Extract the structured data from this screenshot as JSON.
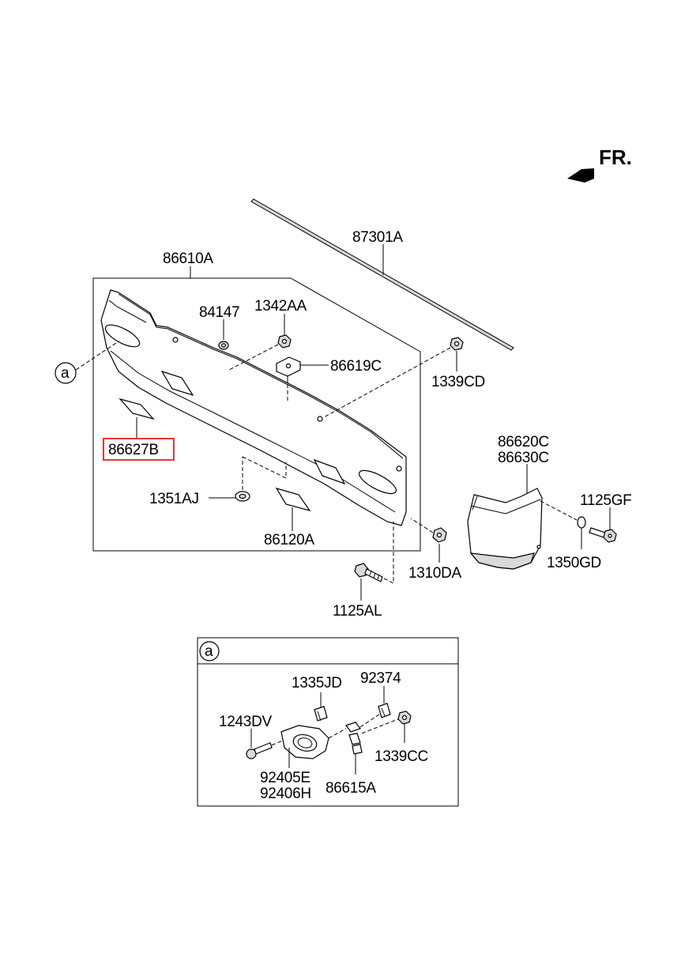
{
  "direction": {
    "label": "FR."
  },
  "callout_marker": "a",
  "highlight_color": "#e53935",
  "parts": {
    "p87301A": "87301A",
    "p86610A": "86610A",
    "p84147": "84147",
    "p1342AA": "1342AA",
    "p86619C": "86619C",
    "p1339CD": "1339CD",
    "p86627B": "86627B",
    "p1351AJ": "1351AJ",
    "p86120A": "86120A",
    "p1310DA": "1310DA",
    "p1125AL": "1125AL",
    "p86620C": "86620C",
    "p86630C": "86630C",
    "p1125GF": "1125GF",
    "p1350GD": "1350GD"
  },
  "detail_a": {
    "p1335JD": "1335JD",
    "p92374": "92374",
    "p1243DV": "1243DV",
    "p1339CC": "1339CC",
    "p92405E": "92405E",
    "p92406H": "92406H",
    "p86615A": "86615A"
  }
}
